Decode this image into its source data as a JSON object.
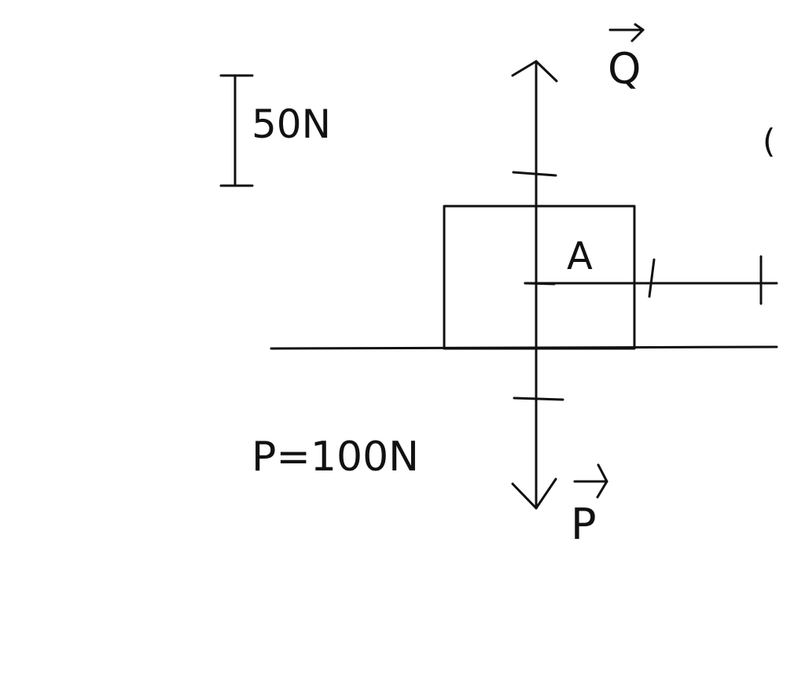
{
  "scale": {
    "label": "50N"
  },
  "block": {
    "label": "A"
  },
  "forces": {
    "q": {
      "label": "Q"
    },
    "p": {
      "label": "P",
      "magnitude_label": "P=100N"
    },
    "partial_label": "("
  },
  "colors": {
    "stroke": "#111111",
    "background": "#ffffff"
  }
}
